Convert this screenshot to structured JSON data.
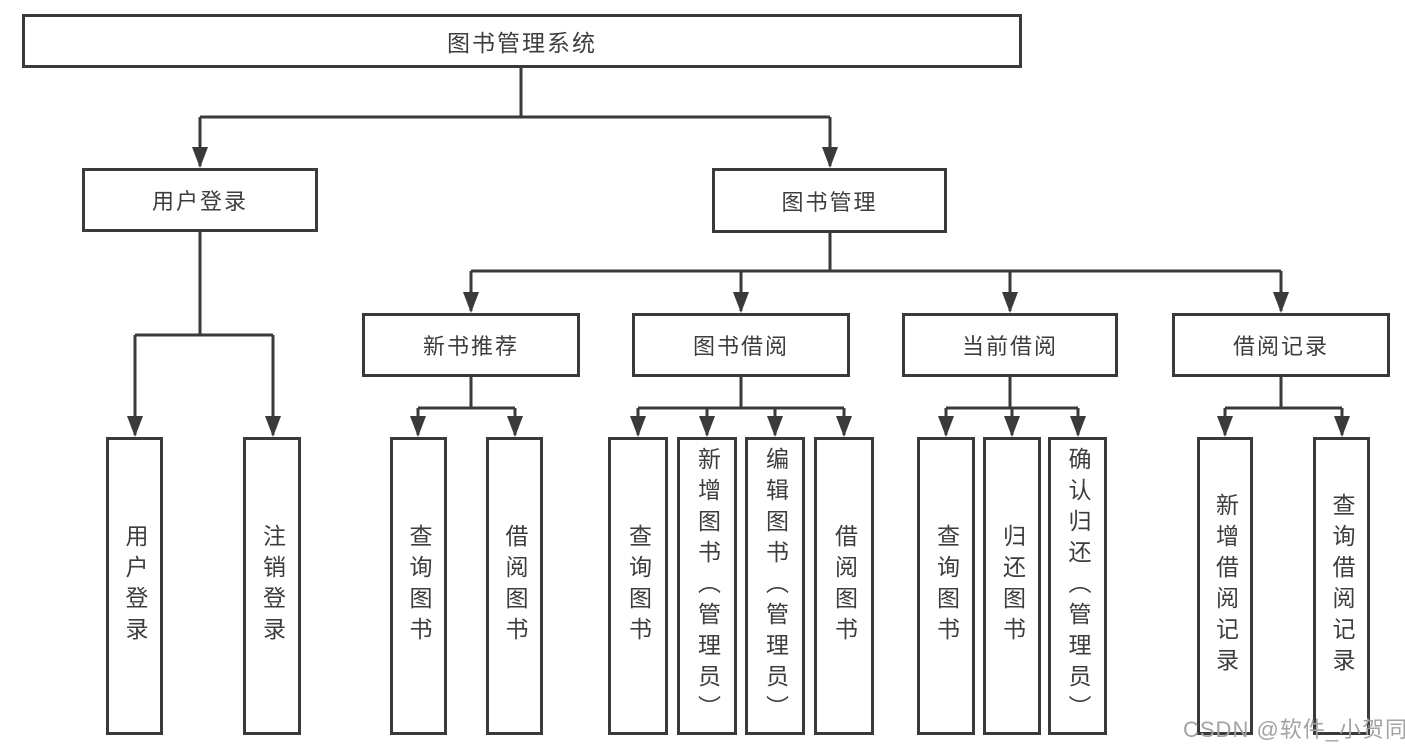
{
  "diagram": {
    "root": {
      "label": "图书管理系统"
    },
    "branches": [
      {
        "label": "用户登录",
        "children": [
          {
            "label": "用户登录"
          },
          {
            "label": "注销登录"
          }
        ]
      },
      {
        "label": "图书管理",
        "children": [
          {
            "label": "新书推荐",
            "children": [
              {
                "label": "查询图书"
              },
              {
                "label": "借阅图书"
              }
            ]
          },
          {
            "label": "图书借阅",
            "children": [
              {
                "label": "查询图书"
              },
              {
                "label": "新增图书（管理员）"
              },
              {
                "label": "编辑图书（管理员）"
              },
              {
                "label": "借阅图书"
              }
            ]
          },
          {
            "label": "当前借阅",
            "children": [
              {
                "label": "查询图书"
              },
              {
                "label": "归还图书"
              },
              {
                "label": "确认归还（管理员）"
              }
            ]
          },
          {
            "label": "借阅记录",
            "children": [
              {
                "label": "新增借阅记录"
              },
              {
                "label": "查询借阅记录"
              }
            ]
          }
        ]
      }
    ]
  },
  "watermark": {
    "text": "CSDN @软件_小贺同学"
  },
  "colors": {
    "line": "#3a3a3a",
    "text": "#3d3d3d",
    "watermark": "#a3a3a3",
    "background": "#ffffff"
  }
}
